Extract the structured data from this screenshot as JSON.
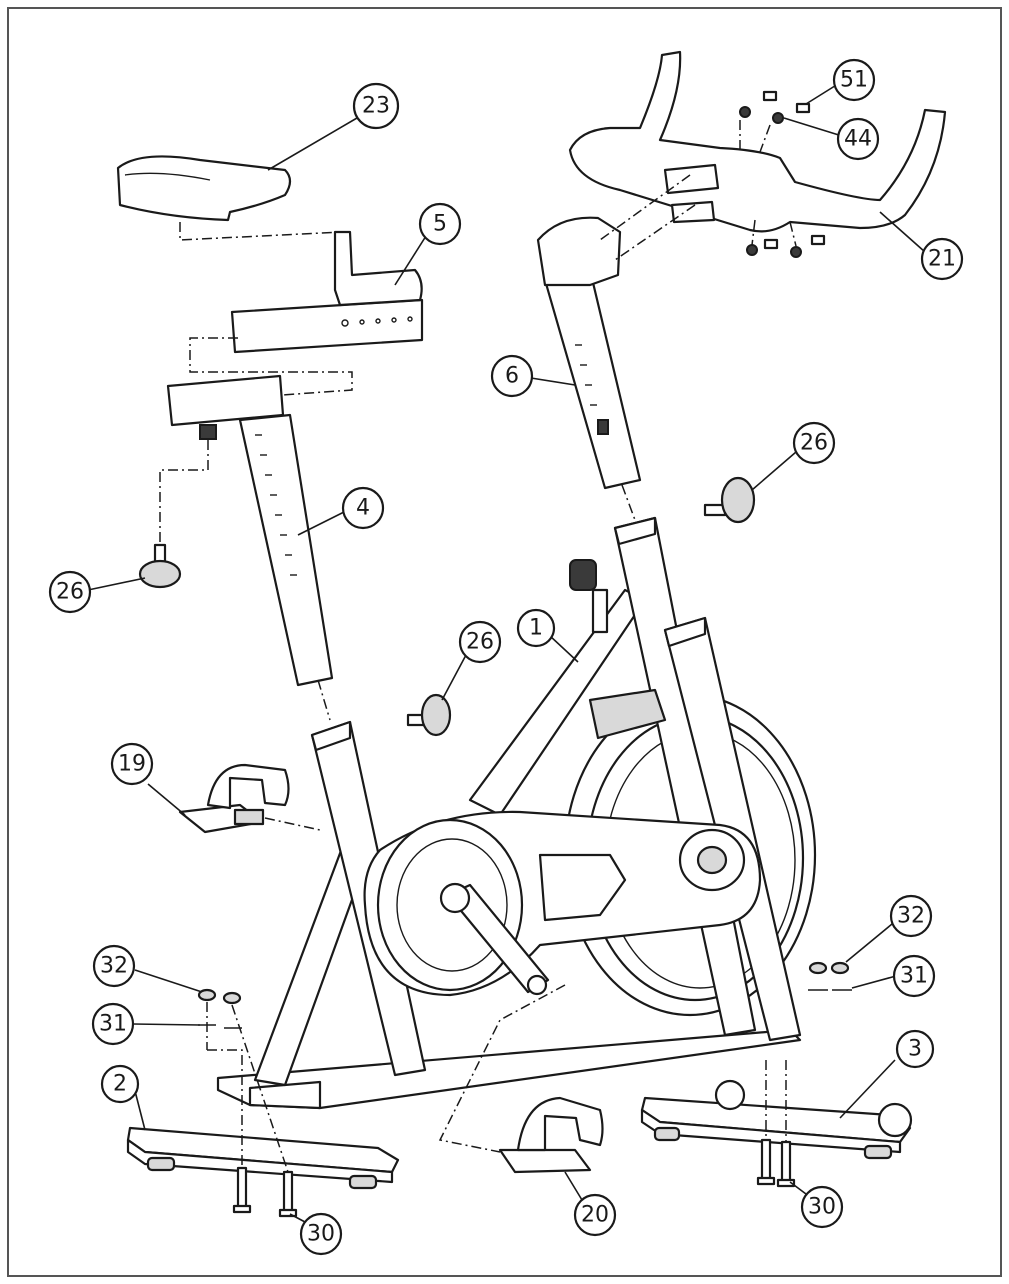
{
  "diagram": {
    "callouts": [
      {
        "id": "c23",
        "label": "23"
      },
      {
        "id": "c5",
        "label": "5"
      },
      {
        "id": "c51",
        "label": "51"
      },
      {
        "id": "c44",
        "label": "44"
      },
      {
        "id": "c21",
        "label": "21"
      },
      {
        "id": "c6",
        "label": "6"
      },
      {
        "id": "c4",
        "label": "4"
      },
      {
        "id": "c26a",
        "label": "26"
      },
      {
        "id": "c26b",
        "label": "26"
      },
      {
        "id": "c26c",
        "label": "26"
      },
      {
        "id": "c1",
        "label": "1"
      },
      {
        "id": "c19",
        "label": "19"
      },
      {
        "id": "c32a",
        "label": "32"
      },
      {
        "id": "c31a",
        "label": "31"
      },
      {
        "id": "c32b",
        "label": "32"
      },
      {
        "id": "c31b",
        "label": "31"
      },
      {
        "id": "c2",
        "label": "2"
      },
      {
        "id": "c3",
        "label": "3"
      },
      {
        "id": "c20",
        "label": "20"
      },
      {
        "id": "c30a",
        "label": "30"
      },
      {
        "id": "c30b",
        "label": "30"
      }
    ]
  }
}
